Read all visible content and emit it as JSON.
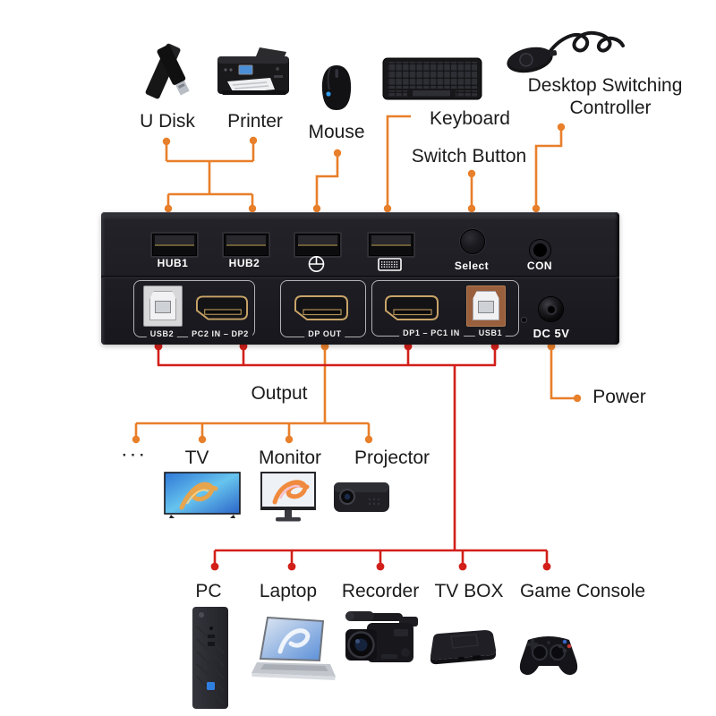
{
  "colors": {
    "orange_connector": "#e87f2a",
    "red_connector": "#d21f1a",
    "device_body": "#1d1d23",
    "port_gold": "#c9a468",
    "label_text": "#1b1b1b"
  },
  "top_row": {
    "u_disk": {
      "label": "U Disk"
    },
    "printer": {
      "label": "Printer"
    },
    "mouse": {
      "label": "Mouse"
    },
    "keyboard": {
      "label": "Keyboard"
    },
    "controller": {
      "label_line1": "Desktop Switching",
      "label_line2": "Controller"
    },
    "switch_button": {
      "label": "Switch Button"
    }
  },
  "kvm": {
    "hub1": "HUB1",
    "hub2": "HUB2",
    "select": "Select",
    "con": "CON",
    "usb2": "USB2",
    "pc2_dp2": "PC2 IN – DP2",
    "dp_out": "DP OUT",
    "dp1_pc1": "DP1 – PC1 IN",
    "usb1": "USB1",
    "dc": "DC 5V"
  },
  "output_section": {
    "label": "Output",
    "ellipsis": "···",
    "devices": [
      "TV",
      "Monitor",
      "Projector"
    ]
  },
  "power": {
    "label": "Power"
  },
  "input_section": {
    "devices": [
      "PC",
      "Laptop",
      "Recorder",
      "TV BOX",
      "Game Console"
    ]
  }
}
